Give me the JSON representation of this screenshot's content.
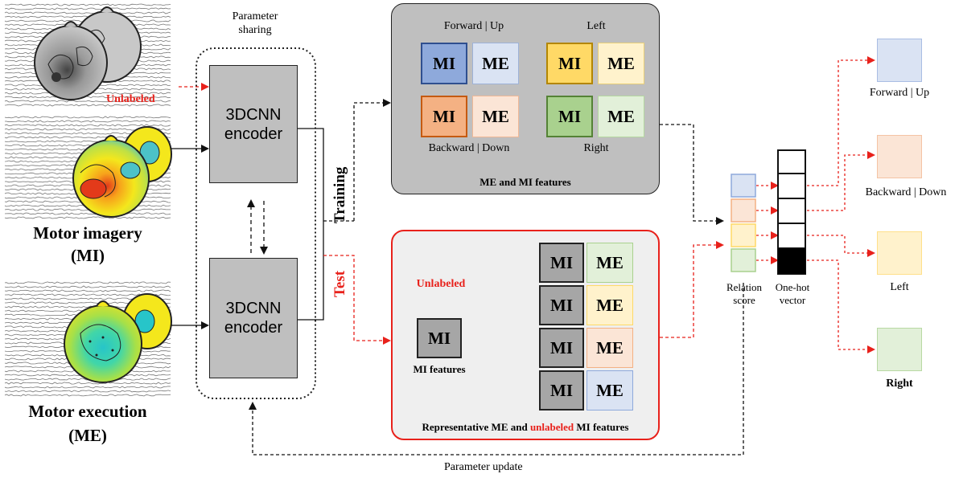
{
  "labels": {
    "parameter_sharing": "Parameter\nsharing",
    "unlabeled_input": "Unlabeled",
    "motor_imagery": "Motor imagery",
    "mi_abbr": "(MI)",
    "motor_execution": "Motor execution",
    "me_abbr": "(ME)",
    "encoder_top": "3DCNN\nencoder",
    "encoder_bottom": "3DCNN\nencoder",
    "training": "Training",
    "test": "Test",
    "parameter_update": "Parameter update",
    "relation_score": "Relation\nscore",
    "one_hot": "One-hot\nvector"
  },
  "training_panel": {
    "caption": "ME and MI features",
    "groups": [
      {
        "label": "Forward | Up",
        "mi": "MI",
        "me": "ME"
      },
      {
        "label": "Left",
        "mi": "MI",
        "me": "ME"
      },
      {
        "label": "Backward | Down",
        "mi": "MI",
        "me": "ME"
      },
      {
        "label": "Right",
        "mi": "MI",
        "me": "ME"
      }
    ]
  },
  "test_panel": {
    "unlabeled": "Unlabeled",
    "query_box": "MI",
    "query_caption": "MI features",
    "pairs": [
      {
        "mi": "MI",
        "me": "ME"
      },
      {
        "mi": "MI",
        "me": "ME"
      },
      {
        "mi": "MI",
        "me": "ME"
      },
      {
        "mi": "MI",
        "me": "ME"
      }
    ],
    "caption_part1": "Representative ME and ",
    "caption_part2": "unlabeled",
    "caption_part3": " MI features"
  },
  "outputs": [
    {
      "label": "Forward | Up"
    },
    {
      "label": "Backward | Down"
    },
    {
      "label": "Left"
    },
    {
      "label": "Right"
    }
  ],
  "colors": {
    "red": "#e8211b",
    "forward_mi": "#8ea9db",
    "forward_me": "#dae3f3",
    "left_mi": "#ffd966",
    "left_me": "#fff2cc",
    "backward_mi": "#f4b183",
    "backward_me": "#fbe5d6",
    "right_mi": "#a9d18e",
    "right_me": "#e2f0d9",
    "gray_box": "#a6a6a6",
    "encoder": "#bfbfbf"
  }
}
